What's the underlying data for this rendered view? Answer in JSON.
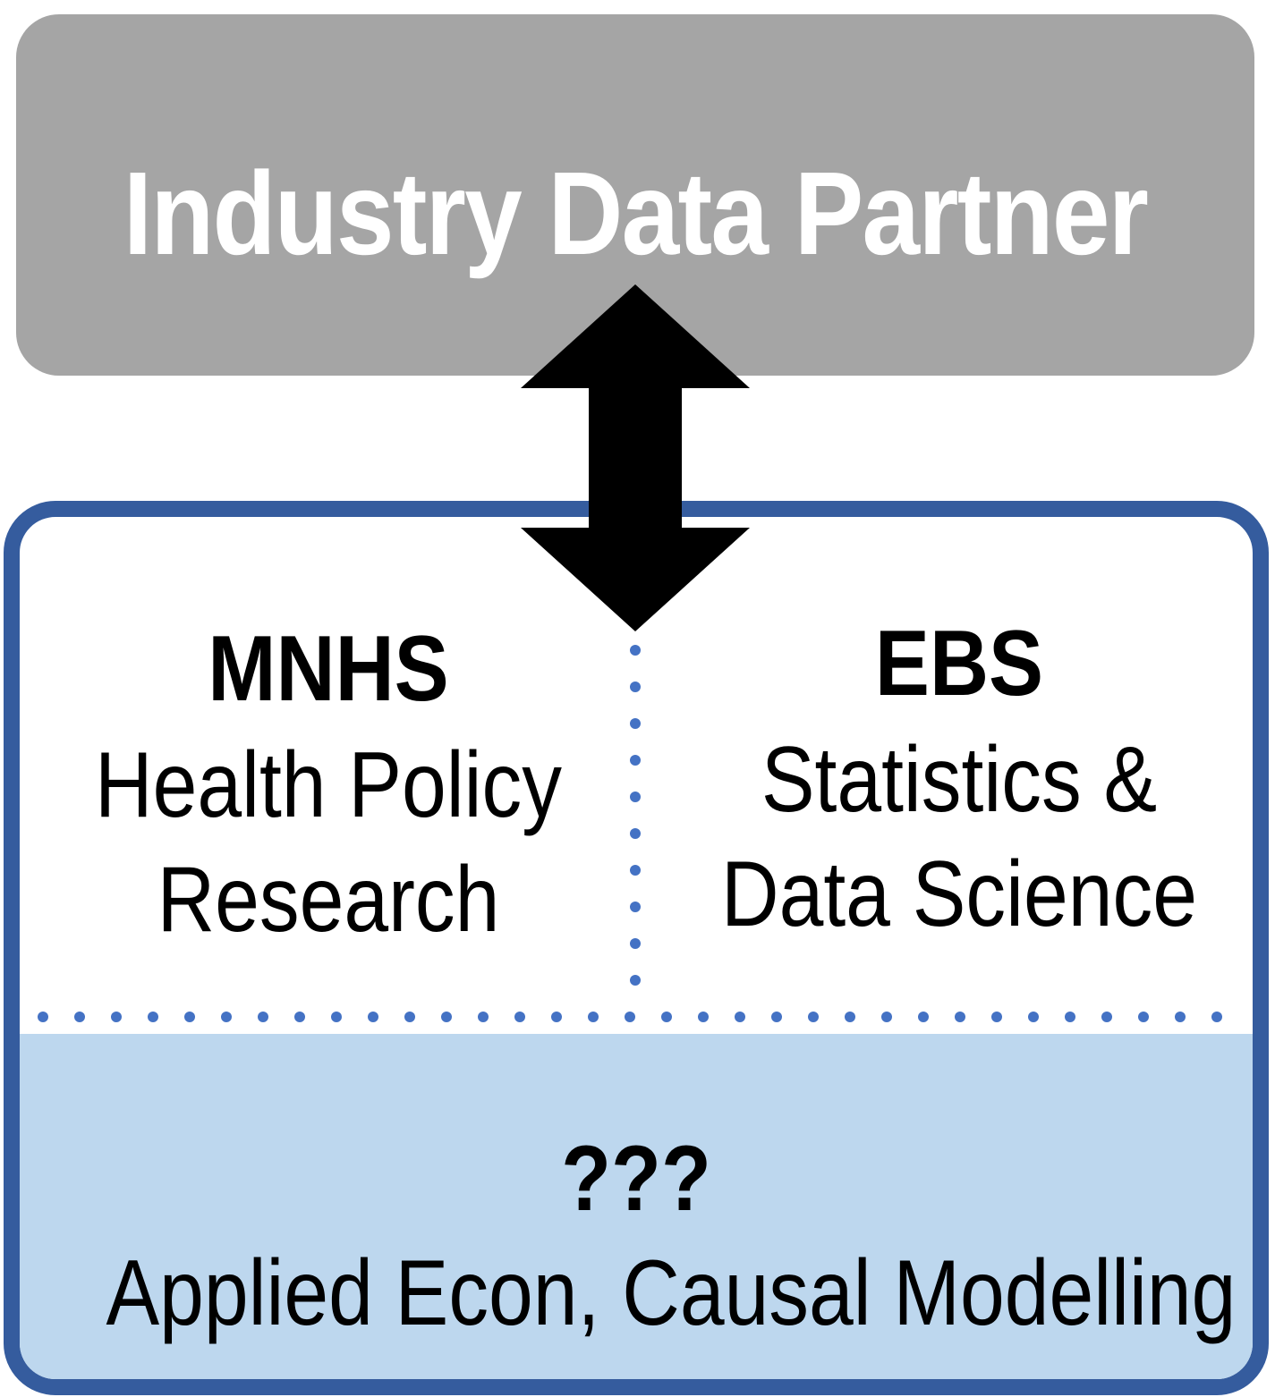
{
  "partner": {
    "title": "Industry Data Partner"
  },
  "units": {
    "left": {
      "acronym": "MNHS",
      "line1": "Health Policy",
      "line2": "Research"
    },
    "right": {
      "acronym": "EBS",
      "line1": "Statistics &",
      "line2": "Data Science"
    },
    "bottom": {
      "acronym": "???",
      "line1": "Applied Econ, Causal Modelling"
    }
  },
  "colors": {
    "partner_fill": "#a5a5a5",
    "border_blue": "#355c9e",
    "band_fill": "#bdd7ee",
    "dot_blue": "#4472c4",
    "arrow": "#000000"
  }
}
